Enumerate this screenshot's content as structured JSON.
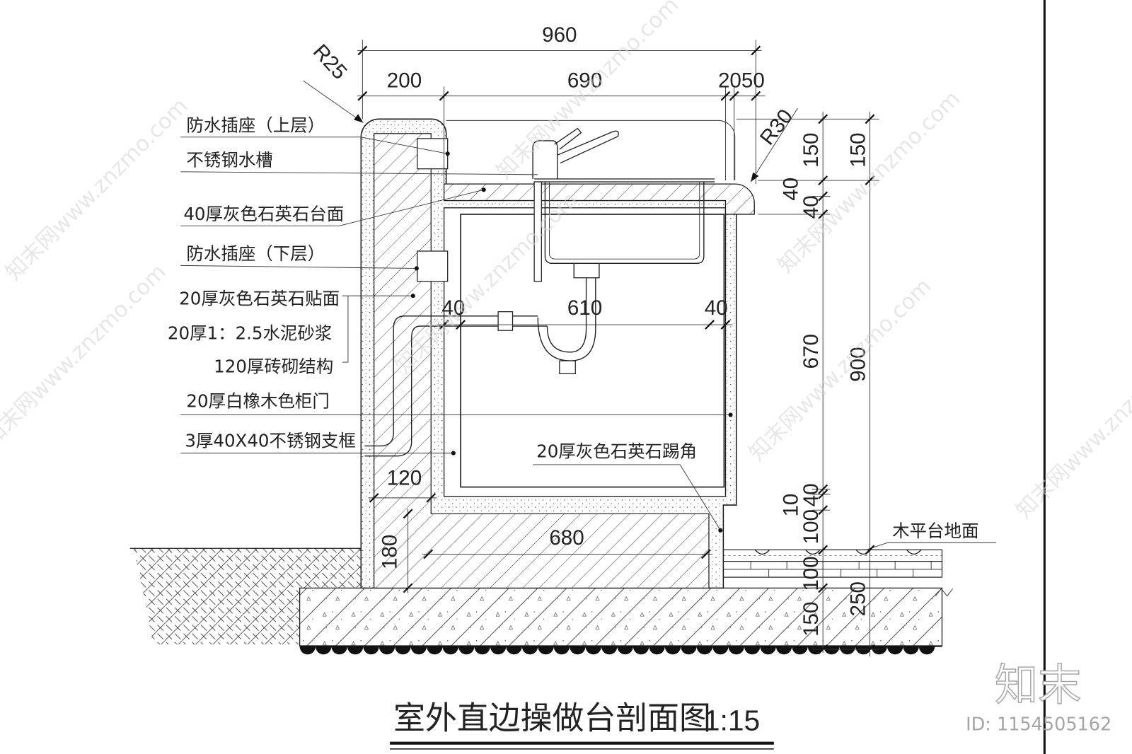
{
  "drawing": {
    "dimensions": {
      "overall_width": "960",
      "seg_left": "200",
      "seg_middle": "690",
      "seg_right": "2050",
      "radius_left": "R25",
      "radius_right": "R30",
      "right_150_inner": "150",
      "right_150_outer": "150",
      "right_40_outer": "40",
      "right_40_inner": "40",
      "right_670": "670",
      "right_900": "900",
      "right_10": "10",
      "right_40_lower": "40",
      "right_100_upper": "100",
      "right_100_lower": "100",
      "right_150_base": "150",
      "right_250": "250",
      "inner_40_left": "40",
      "inner_610": "610",
      "inner_40_right": "40",
      "wall_120": "120",
      "base_680": "680",
      "base_180": "180"
    },
    "labels": {
      "socket_upper": "防水插座（上层）",
      "sink": "不锈钢水槽",
      "countertop": "40厚灰色石英石台面",
      "socket_lower": "防水插座（下层）",
      "facing": "20厚灰色石英石贴面",
      "mortar": "20厚1：2.5水泥砂浆",
      "brick": "120厚砖砌结构",
      "door": "20厚白橡木色柜门",
      "frame": "3厚40X40不锈钢支框",
      "kick": "20厚灰色石英石踢角",
      "deck": "木平台地面"
    }
  },
  "title": {
    "name": "室外直边操做台剖面图",
    "scale": "1:15"
  },
  "watermark": {
    "brand": "知末",
    "id": "ID: 1154505162",
    "diagonal": "知末网www.znzmo.com"
  }
}
